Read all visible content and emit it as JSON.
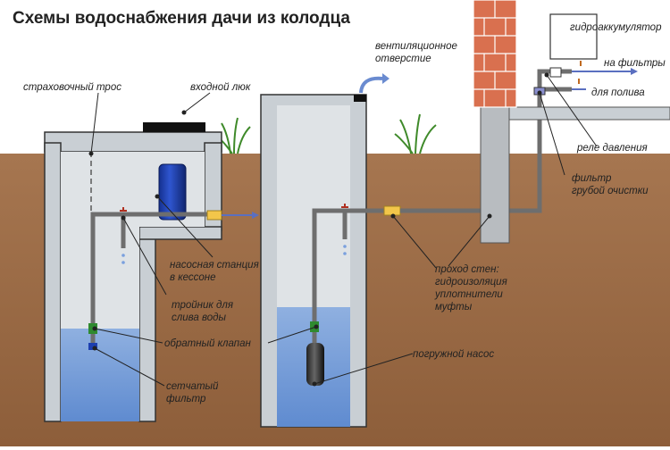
{
  "title": "Схемы водоснабжения дачи из колодца",
  "labels": {
    "safety_rope": "страховочный трос",
    "entry_hatch": "входной люк",
    "vent_line1": "вентиляционное",
    "vent_line2": "отверстие",
    "accumulator": "гидроаккумулятор",
    "to_filters": "на фильтры",
    "for_watering": "для полива",
    "pressure_relay": "реле давления",
    "filter_line1": "фильтр",
    "filter_line2": "грубой очистки",
    "pump_station_line1": "насосная станция",
    "pump_station_line2": "в кессоне",
    "wall_pass_line1": "проход стен:",
    "wall_pass_line2": "гидроизоляция",
    "wall_pass_line3": "уплотнители",
    "wall_pass_line4": "муфты",
    "tee_line1": "тройник для",
    "tee_line2": "слива воды",
    "check_valve": "обратный клапан",
    "submersible_pump": "погружной насос",
    "mesh_filter_line1": "сетчатый",
    "mesh_filter_line2": "фильтр"
  },
  "colors": {
    "soil": "#9c6a42",
    "concrete": "#c9cfd4",
    "water": "#6f97d4",
    "pipe": "#6e6e6e",
    "brick": "#d9704f",
    "blue_tank": "#1d3fb0"
  }
}
